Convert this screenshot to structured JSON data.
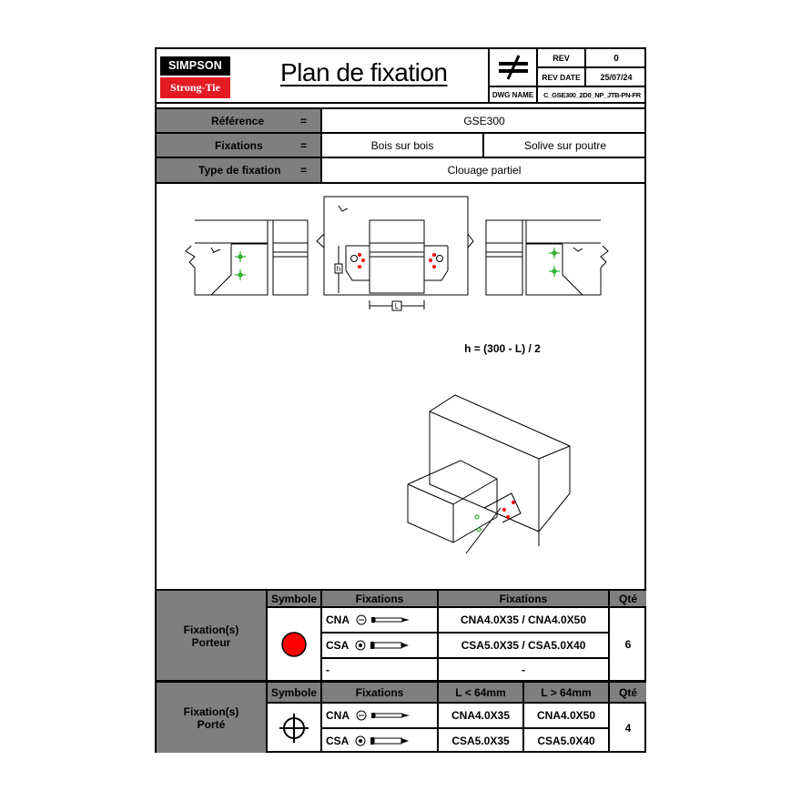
{
  "header": {
    "logo_top": "SIMPSON",
    "logo_bottom": "Strong-Tie",
    "title": "Plan de fixation",
    "rev_label": "REV",
    "rev_value": "0",
    "rev_date_label": "REV DATE",
    "rev_date_value": "25/07/24",
    "dwg_name_label": "DWG NAME",
    "dwg_name_value": "C_GSE300_2D0_NP_JTB-PN-FR",
    "symbol_icon": "not-equal-icon"
  },
  "info": {
    "reference_label": "Référence",
    "reference_value": "GSE300",
    "fixations_label": "Fixations",
    "fixations_value_1": "Bois sur bois",
    "fixations_value_2": "Solive sur poutre",
    "type_label": "Type de fixation",
    "type_value": "Clouage partiel",
    "equals": "="
  },
  "drawing": {
    "formula": "h = (300 - L) / 2",
    "dim_h": "h",
    "dim_L": "L"
  },
  "table_porteur": {
    "row_label_1": "Fixation(s)",
    "row_label_2": "Porteur",
    "col_symbole": "Symbole",
    "col_fixations": "Fixations",
    "col_fixations_2": "Fixations",
    "col_qte": "Qté",
    "rows": [
      {
        "type": "CNA",
        "value": "CNA4.0X35 / CNA4.0X50"
      },
      {
        "type": "CSA",
        "value": "CSA5.0X35 / CSA5.0X40"
      },
      {
        "type": "-",
        "value": "-"
      }
    ],
    "qte": "6",
    "symbol_color": "#ff0000"
  },
  "table_porte": {
    "row_label_1": "Fixation(s)",
    "row_label_2": "Porté",
    "col_symbole": "Symbole",
    "col_fixations": "Fixations",
    "col_lt": "L < 64mm",
    "col_gt": "L > 64mm",
    "col_qte": "Qté",
    "rows": [
      {
        "type": "CNA",
        "lt": "CNA4.0X35",
        "gt": "CNA4.0X50"
      },
      {
        "type": "CSA",
        "lt": "CSA5.0X35",
        "gt": "CSA5.0X40"
      }
    ],
    "qte": "4",
    "symbol_color": "#00a000"
  }
}
